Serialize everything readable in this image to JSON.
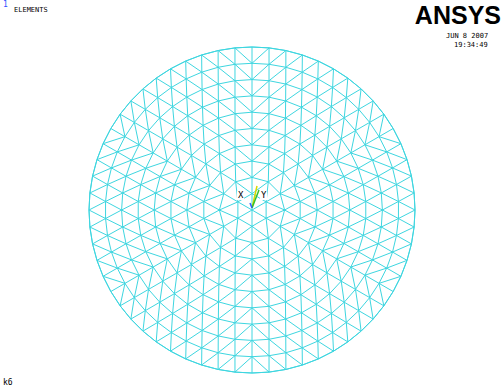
{
  "diagram": {
    "labels": [
      "1",
      "ELEMENTS",
      "ANSYS",
      "JUN 8 2007",
      "19:34:49",
      "X",
      "Y",
      "k6"
    ]
  }
}
